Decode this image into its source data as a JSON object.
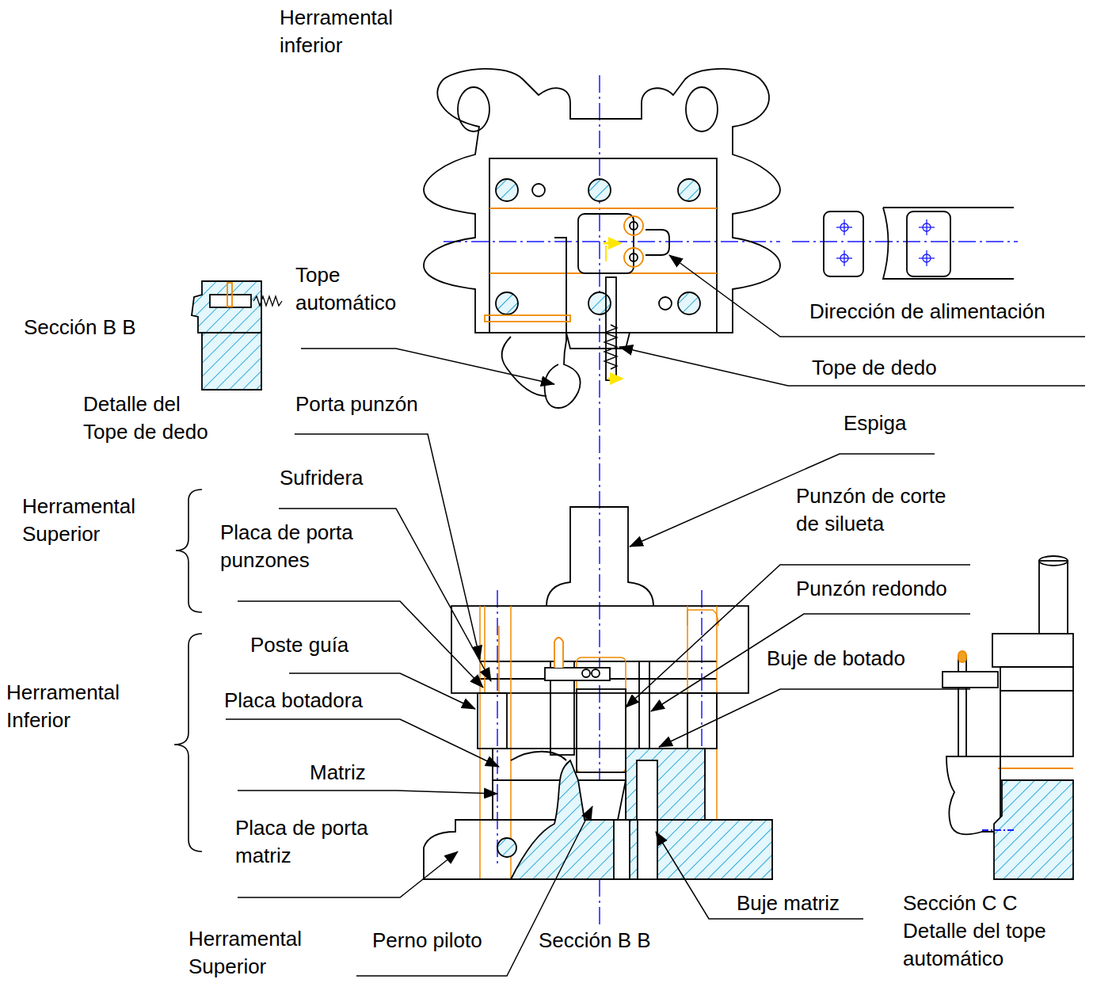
{
  "diagram": {
    "labels": [
      "Herramental inferior",
      "Tope automático",
      "Sección B B",
      "Dirección de alimentación",
      "Tope de dedo",
      "Detalle del Tope de dedo",
      "Porta punzón",
      "Espiga",
      "Sufridera",
      "Punzón de corte de silueta",
      "Herramental Superior",
      "Placa de porta punzones",
      "Punzón redondo",
      "Poste guía",
      "Buje de botado",
      "Herramental Inferior",
      "Placa botadora",
      "Matriz",
      "Placa de porta matriz",
      "Buje matriz",
      "Sección C C",
      "Detalle del tope automático",
      "Herramental Superior",
      "Perno piloto",
      "Sección B B"
    ]
  }
}
